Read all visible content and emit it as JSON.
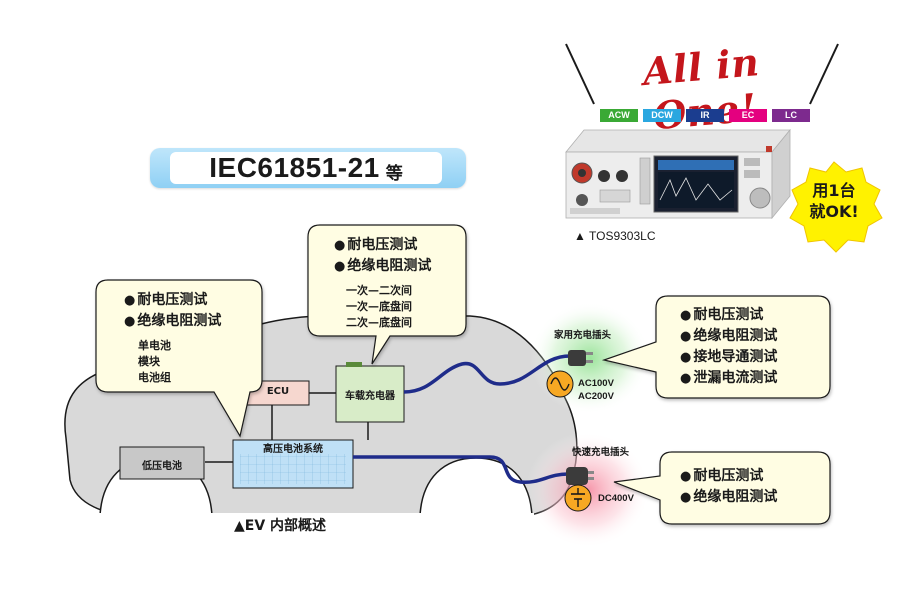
{
  "standard_badge": {
    "code": "IEC61851-21",
    "suffix": "等"
  },
  "product": {
    "tagline": "All in One!",
    "modes": [
      {
        "label": "ACW",
        "color": "#3aa935"
      },
      {
        "label": "DCW",
        "color": "#2aa7e0"
      },
      {
        "label": "IR",
        "color": "#1b3d8f"
      },
      {
        "label": "EC",
        "color": "#e4007f"
      },
      {
        "label": "LC",
        "color": "#7d2a8e"
      }
    ],
    "caption": "▲ TOS9303LC",
    "badge_line1": "用1台",
    "badge_line2": "就OK!"
  },
  "callouts": {
    "battery": {
      "tests": [
        "耐电压测试",
        "绝缘电阻测试"
      ],
      "items": [
        "单电池",
        "模块",
        "电池组"
      ]
    },
    "charger": {
      "tests": [
        "耐电压测试",
        "绝缘电阻测试"
      ],
      "items": [
        "一次—二次间",
        "一次—底盘间",
        "二次—底盘间"
      ]
    },
    "home_plug": {
      "tests": [
        "耐电压测试",
        "绝缘电阻测试",
        "接地导通测试",
        "泄漏电流测试"
      ]
    },
    "fast_plug": {
      "tests": [
        "耐电压测试",
        "绝缘电阻测试"
      ]
    }
  },
  "components": {
    "ecu": "ECU",
    "onboard_charger": "车载充电器",
    "hv_battery_system": "高压电池系统",
    "lv_battery": "低压电池"
  },
  "plugs": {
    "home_label": "家用充电插头",
    "home_voltages": [
      "AC100V",
      "AC200V"
    ],
    "fast_label": "快速充电插头",
    "fast_voltage": "DC400V"
  },
  "ev_caption": "▲EV 内部概述",
  "colors": {
    "car_body": "#d9d9d9",
    "callout_fill": "#fffde3",
    "charger_box": "#d8ecc8",
    "ecu_box": "#f6d7cf",
    "hv_box": "#bfe0f6",
    "cable": "#1f2c8a",
    "accent_red": "#c4161c",
    "ok_badge": "#fff200"
  }
}
